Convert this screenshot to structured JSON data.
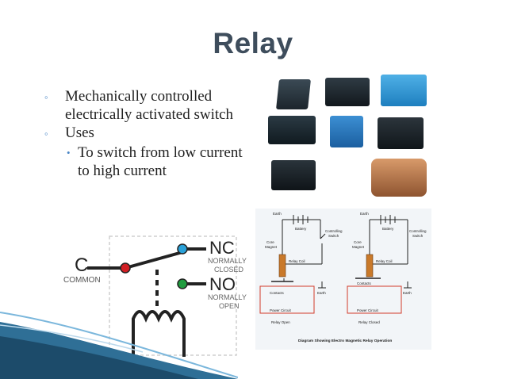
{
  "slide": {
    "title": "Relay",
    "bullets": [
      {
        "mark": "◦",
        "text": "Mechanically controlled electrically activated switch"
      },
      {
        "mark": "◦",
        "text": "Uses"
      }
    ],
    "sub_bullets": [
      {
        "mark": "•",
        "text": "To switch from low current to high current"
      }
    ]
  },
  "schematic": {
    "common_letter": "C",
    "common_label": "COMMON",
    "nc_letter": "NC",
    "nc_line1": "NORMALLY",
    "nc_line2": "CLOSED",
    "no_letter": "NO",
    "no_line1": "NORMALLY",
    "no_line2": "OPEN"
  },
  "operation_diagram": {
    "left": {
      "earth_top": "Earth",
      "battery": "Battery",
      "switch_label_1": "Controlling",
      "switch_label_2": "Switch",
      "core_magnet_1": "Core",
      "core_magnet_2": "Magnet",
      "relay_coil": "Relay Coil",
      "contacts": "Contacts",
      "earth_bottom": "Earth",
      "power_circuit": "Power Circuit",
      "state": "Relay Open"
    },
    "right": {
      "earth_top": "Earth",
      "battery": "Battery",
      "switch_label_1": "Controlling",
      "switch_label_2": "Switch",
      "core_magnet_1": "Core",
      "core_magnet_2": "Magnet",
      "relay_coil": "Relay Coil",
      "contacts": "Contacts",
      "earth_bottom": "Earth",
      "power_circuit": "Power Circuit",
      "state": "Relay Closed"
    },
    "caption": "Diagram Showing Electro Magnetic Relay Operation"
  },
  "colors": {
    "title": "#3e4d5c",
    "bullet_mark": "#4a86c6",
    "red_terminal": "#d11f24",
    "blue_terminal": "#2aa1d8",
    "green_terminal": "#1f9b3e",
    "power_circuit": "#d23a2a"
  }
}
